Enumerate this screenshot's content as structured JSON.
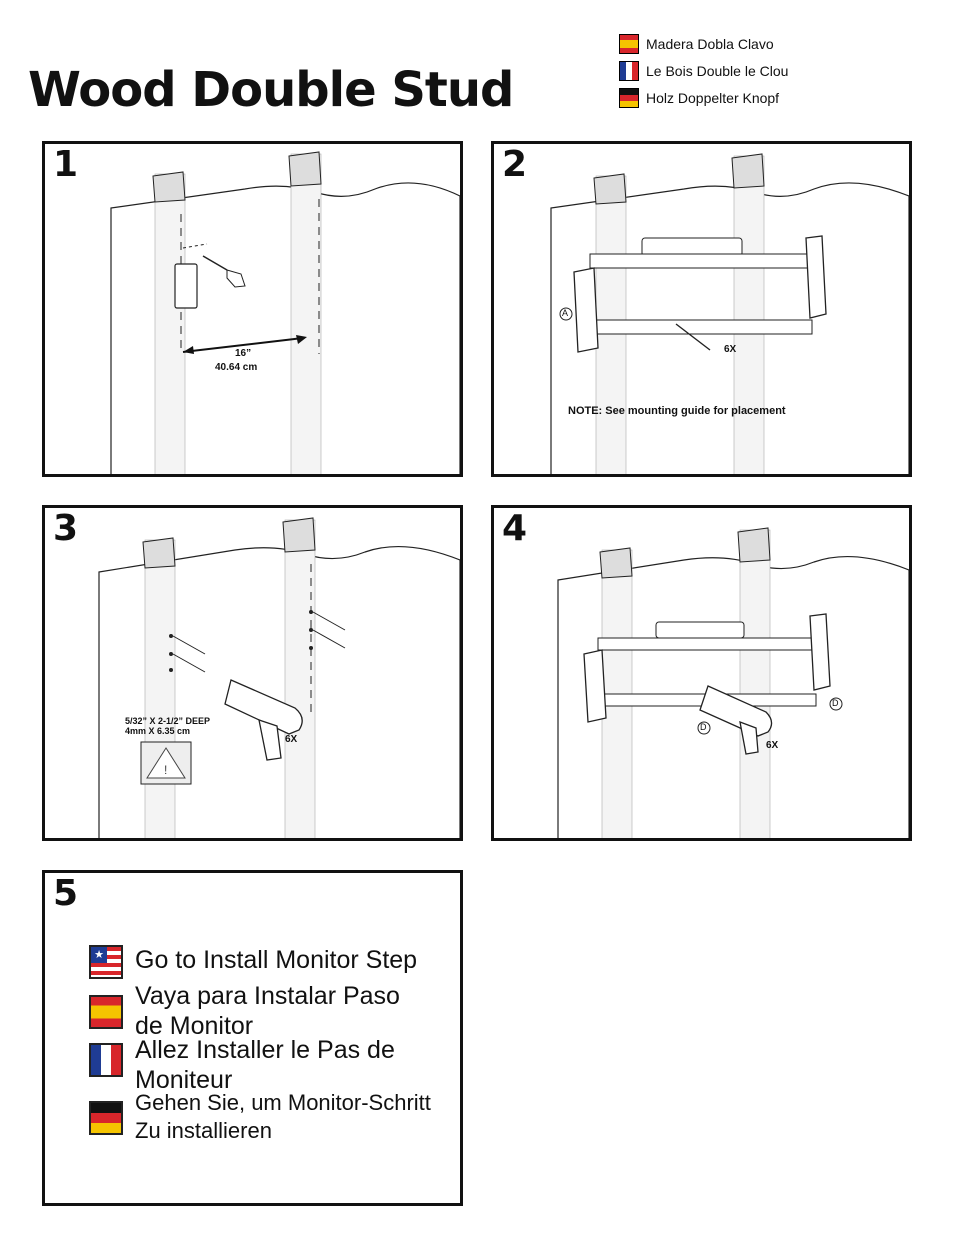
{
  "title": "Wood Double Stud",
  "languages": [
    {
      "flag": "spain-flag-icon",
      "label": "Madera Dobla Clavo"
    },
    {
      "flag": "france-flag-icon",
      "label": "Le Bois Double le Clou"
    },
    {
      "flag": "germany-flag-icon",
      "label": "Holz Doppelter Knopf"
    }
  ],
  "steps": {
    "s1": {
      "number": "1",
      "distance_in": "16”",
      "distance_cm": "40.64 cm"
    },
    "s2": {
      "number": "2",
      "callout": "A",
      "qty": "6X",
      "note": "NOTE: See mounting guide for placement"
    },
    "s3": {
      "number": "3",
      "drill_spec_1": "5/32” X 2-1/2” DEEP",
      "drill_spec_2": "4mm X 6.35 cm",
      "qty": "6X"
    },
    "s4": {
      "number": "4",
      "callout_1": "D",
      "callout_2": "D",
      "qty": "6X"
    },
    "s5": {
      "number": "5",
      "lines": {
        "en": "Go to Install Monitor Step",
        "es": "Vaya para Instalar Paso de Monitor",
        "fr": "Allez Installer le Pas de Moniteur",
        "de_1": "Gehen Sie, um Monitor-Schritt",
        "de_2": "Zu installieren"
      }
    }
  },
  "colors": {
    "red": "#d8262b",
    "yellow": "#f5c400",
    "blue": "#1f3c94",
    "black": "#111111"
  }
}
